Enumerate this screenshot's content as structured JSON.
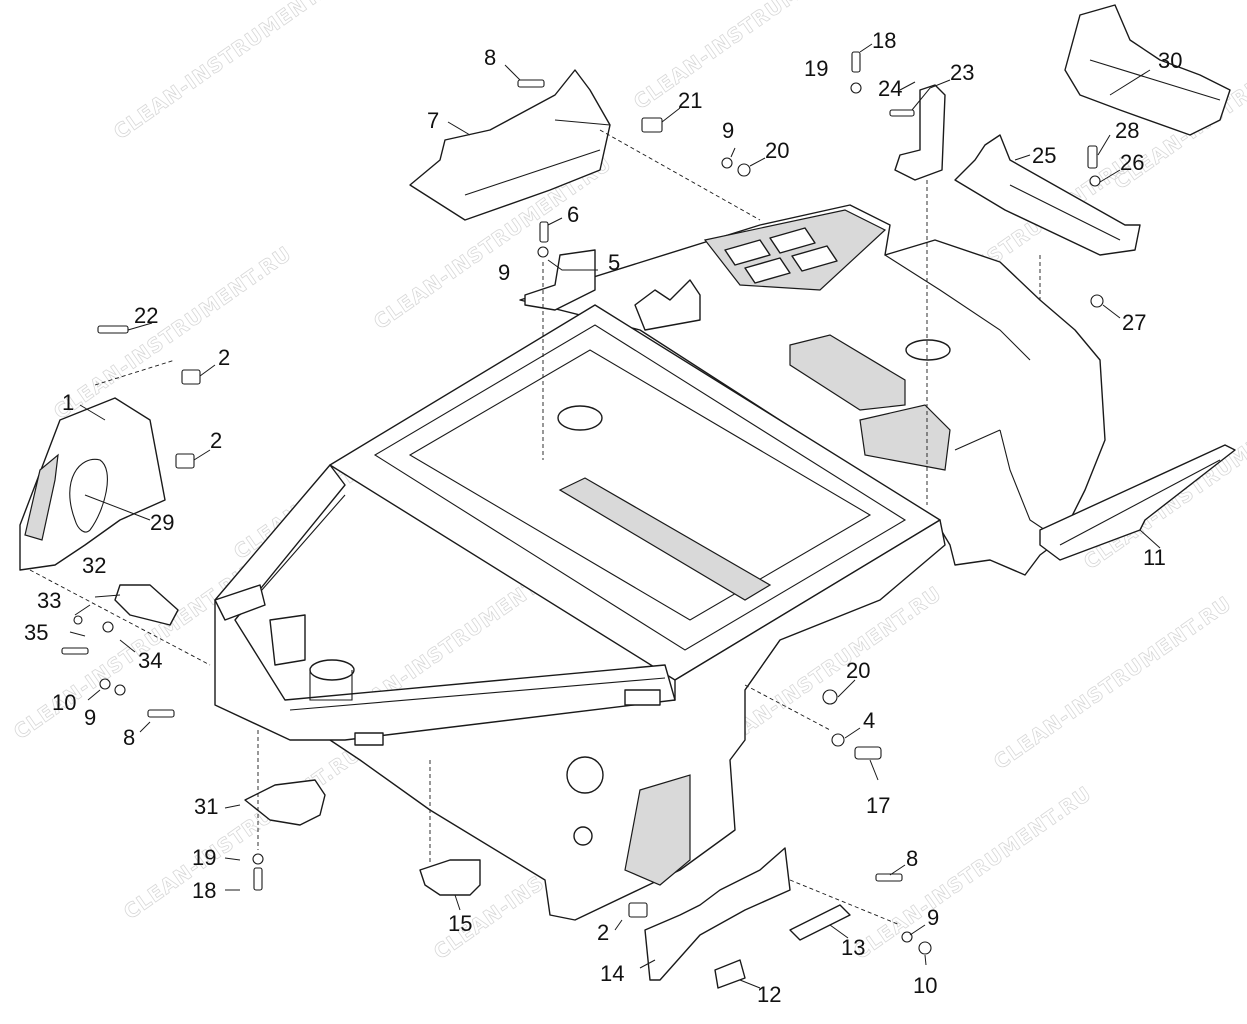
{
  "watermark": "CLEAN-INSTRUMENT.RU",
  "callouts": [
    {
      "id": "c1",
      "text": "1"
    },
    {
      "id": "c2a",
      "text": "2"
    },
    {
      "id": "c2b",
      "text": "2"
    },
    {
      "id": "c2c",
      "text": "2"
    },
    {
      "id": "c4",
      "text": "4"
    },
    {
      "id": "c5",
      "text": "5"
    },
    {
      "id": "c6",
      "text": "6"
    },
    {
      "id": "c7",
      "text": "7"
    },
    {
      "id": "c8a",
      "text": "8"
    },
    {
      "id": "c8b",
      "text": "8"
    },
    {
      "id": "c8c",
      "text": "8"
    },
    {
      "id": "c9a",
      "text": "9"
    },
    {
      "id": "c9b",
      "text": "9"
    },
    {
      "id": "c9c",
      "text": "9"
    },
    {
      "id": "c9d",
      "text": "9"
    },
    {
      "id": "c10a",
      "text": "10"
    },
    {
      "id": "c10b",
      "text": "10"
    },
    {
      "id": "c11",
      "text": "11"
    },
    {
      "id": "c12",
      "text": "12"
    },
    {
      "id": "c13",
      "text": "13"
    },
    {
      "id": "c14",
      "text": "14"
    },
    {
      "id": "c15",
      "text": "15"
    },
    {
      "id": "c17",
      "text": "17"
    },
    {
      "id": "c18a",
      "text": "18"
    },
    {
      "id": "c18b",
      "text": "18"
    },
    {
      "id": "c19a",
      "text": "19"
    },
    {
      "id": "c19b",
      "text": "19"
    },
    {
      "id": "c20a",
      "text": "20"
    },
    {
      "id": "c20b",
      "text": "20"
    },
    {
      "id": "c21",
      "text": "21"
    },
    {
      "id": "c22",
      "text": "22"
    },
    {
      "id": "c23",
      "text": "23"
    },
    {
      "id": "c24",
      "text": "24"
    },
    {
      "id": "c25",
      "text": "25"
    },
    {
      "id": "c26",
      "text": "26"
    },
    {
      "id": "c27",
      "text": "27"
    },
    {
      "id": "c28",
      "text": "28"
    },
    {
      "id": "c29",
      "text": "29"
    },
    {
      "id": "c30",
      "text": "30"
    },
    {
      "id": "c31",
      "text": "31"
    },
    {
      "id": "c32",
      "text": "32"
    },
    {
      "id": "c33",
      "text": "33"
    },
    {
      "id": "c34",
      "text": "34"
    },
    {
      "id": "c35",
      "text": "35"
    }
  ]
}
